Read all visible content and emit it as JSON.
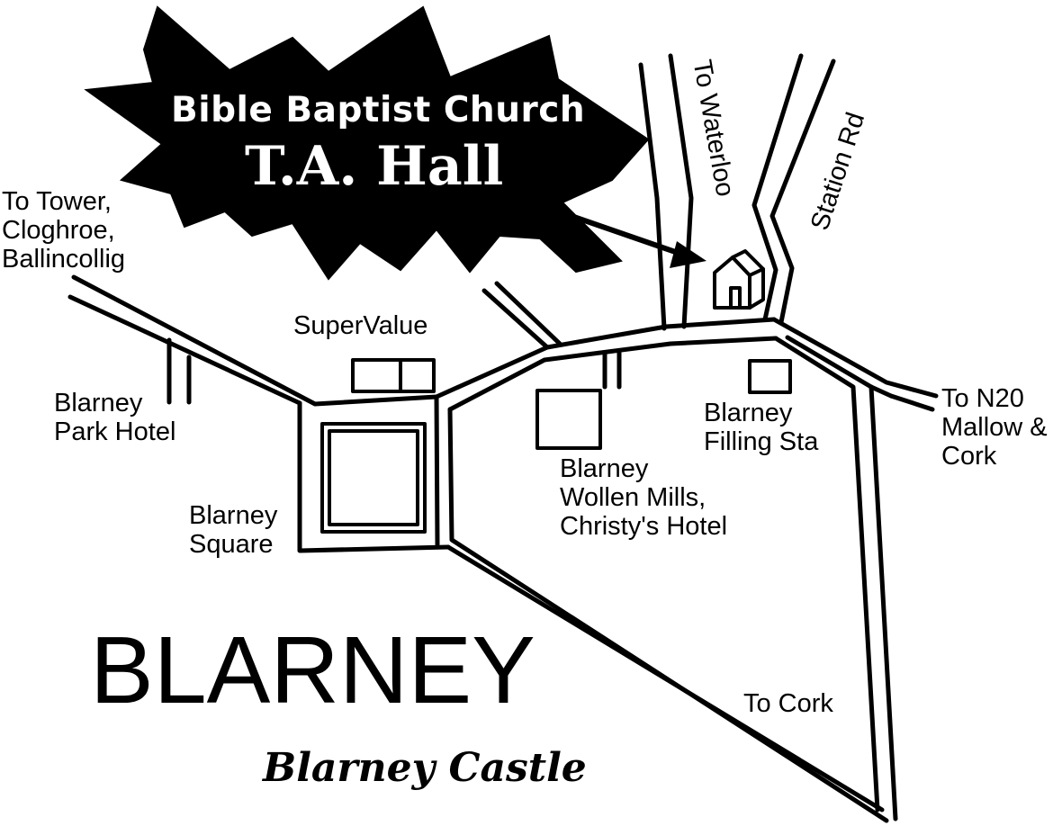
{
  "banner": {
    "line1": "Bible Baptist Church",
    "line2": "T.A. Hall"
  },
  "town_name": "BLARNEY",
  "castle_label": "Blarney Castle",
  "labels": {
    "to_tower": [
      "To Tower,",
      "Cloghroe,",
      "Ballincollig"
    ],
    "supervalue": "SuperValue",
    "park_hotel": [
      "Blarney",
      "Park Hotel"
    ],
    "square": [
      "Blarney",
      "Square"
    ],
    "woollen_mills": [
      "Blarney",
      "Wollen Mills,",
      "Christy's Hotel"
    ],
    "filling_station": [
      "Blarney",
      "Filling Sta"
    ],
    "to_n20": [
      "To N20",
      "Mallow &",
      "Cork"
    ],
    "to_waterloo": "To Waterloo",
    "station_rd": "Station Rd",
    "to_cork": "To Cork"
  },
  "icons": {
    "church": "house-icon",
    "pointer": "arrow-icon"
  },
  "colors": {
    "ink": "#000000",
    "paper": "#ffffff"
  }
}
